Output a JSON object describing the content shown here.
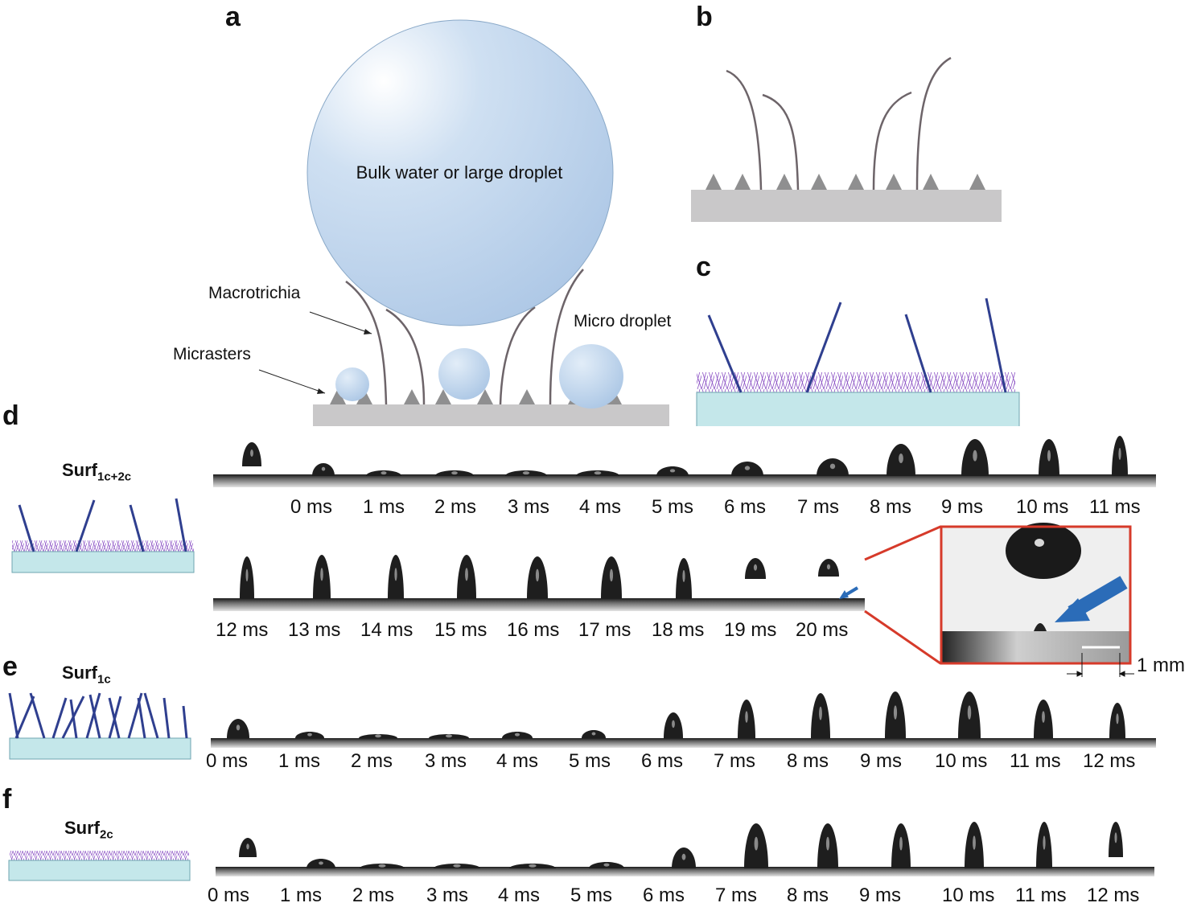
{
  "panels": {
    "a": "a",
    "b": "b",
    "c": "c",
    "d": "d",
    "e": "e",
    "f": "f"
  },
  "panel_a": {
    "bulk_label": "Bulk water or large droplet",
    "macrotrichia_label": "Macrotrichia",
    "micrasters_label": "Micrasters",
    "micro_droplet_label": "Micro droplet"
  },
  "surfaces": {
    "d": {
      "name": "Surf",
      "sub": "1c+2c"
    },
    "e": {
      "name": "Surf",
      "sub": "1c"
    },
    "f": {
      "name": "Surf",
      "sub": "2c"
    }
  },
  "timelines": {
    "d_row1": [
      "0 ms",
      "1 ms",
      "2 ms",
      "3 ms",
      "4 ms",
      "5 ms",
      "6 ms",
      "7 ms",
      "8 ms",
      "9 ms",
      "10 ms",
      "11 ms"
    ],
    "d_row2": [
      "12 ms",
      "13 ms",
      "14 ms",
      "15 ms",
      "16 ms",
      "17 ms",
      "18 ms",
      "19 ms",
      "20 ms"
    ],
    "e": [
      "0 ms",
      "1 ms",
      "2 ms",
      "3 ms",
      "4 ms",
      "5 ms",
      "6 ms",
      "7 ms",
      "8 ms",
      "9 ms",
      "10 ms",
      "11 ms",
      "12 ms"
    ],
    "f": [
      "0 ms",
      "1 ms",
      "2 ms",
      "3 ms",
      "4 ms",
      "5 ms",
      "6 ms",
      "7 ms",
      "8 ms",
      "9 ms",
      "10 ms",
      "11 ms",
      "12 ms"
    ]
  },
  "scale_bar": "1 mm",
  "colors": {
    "droplet": "#b7d1ea",
    "substrate_gray": "#c9c8c9",
    "hair": "#6d6469",
    "fiber_blue": "#2f3f8f",
    "nano_purple": "#8a4fc4",
    "substrate_cyan": "#c4e7ea",
    "zoom_red": "#d63a2a",
    "arrow_blue": "#2b6cb8"
  }
}
